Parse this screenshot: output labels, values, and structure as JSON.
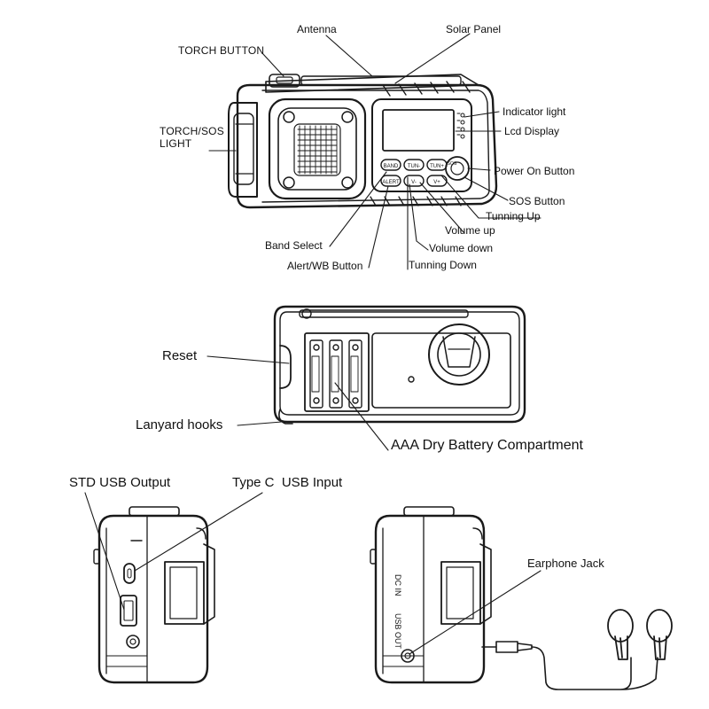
{
  "front": {
    "antenna": "Antenna",
    "solar_panel": "Solar Panel",
    "torch_button": "TORCH BUTTON",
    "torch_sos_light_line1": "TORCH/SOS",
    "torch_sos_light_line2": "LIGHT",
    "indicator_light": "Indicator light",
    "lcd_display": "Lcd Display",
    "power_on_button": "Power On Button",
    "sos_button": "SOS Button",
    "tunning_up": "Tunning Up",
    "volume_up": "Volume up",
    "volume_down": "Volume down",
    "tunning_down": "Tunning Down",
    "alert_wb_button": "Alert/WB Button",
    "band_select": "Band Select",
    "btn_band": "BAND",
    "btn_tun_minus": "TUN-",
    "btn_tun_plus": "TUN+",
    "btn_alert": "ALERT",
    "btn_v_minus": "V-",
    "btn_v_plus": "V+",
    "btn_sos": "SOS"
  },
  "back": {
    "reset": "Reset",
    "lanyard_hooks": "Lanyard hooks",
    "battery_compartment": "AAA Dry Battery Compartment"
  },
  "side_left": {
    "std_usb_output": "STD USB Output",
    "type_c_usb_input": "Type C  USB Input"
  },
  "side_right": {
    "earphone_jack": "Earphone Jack",
    "dc_in_line1": "DC",
    "dc_in_line2": "IN",
    "usb_out_line1": "USB",
    "usb_out_line2": "OUT"
  }
}
